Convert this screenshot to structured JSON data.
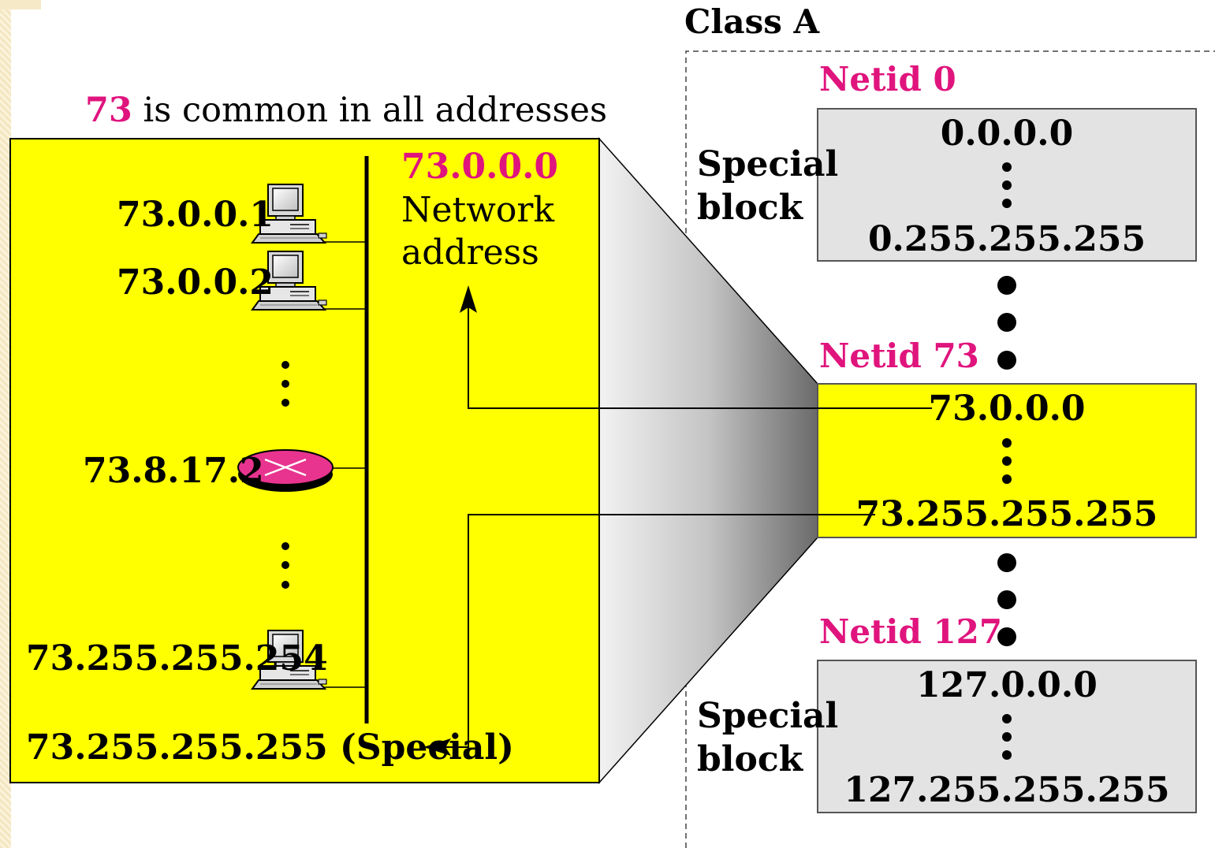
{
  "class_title": "Class A",
  "caption": {
    "highlight": "73",
    "rest": " is common in all addresses"
  },
  "network": {
    "network_address": "73.0.0.0",
    "network_label_line1": "Network",
    "network_label_line2": "address",
    "hosts": [
      {
        "address": "73.0.0.1",
        "icon": "computer-icon"
      },
      {
        "address": "73.0.0.2",
        "icon": "computer-icon"
      },
      {
        "address": "73.8.17.2",
        "icon": "router-icon"
      },
      {
        "address": "73.255.255.254",
        "icon": "computer-icon"
      }
    ],
    "broadcast": "73.255.255.255 (Special)"
  },
  "blocks": [
    {
      "netid": "Netid 0",
      "side_line1": "Special",
      "side_line2": "block",
      "start": "0.0.0.0",
      "end": "0.255.255.255",
      "fill": "#e3e3e3"
    },
    {
      "netid": "Netid 73",
      "start": "73.0.0.0",
      "end": "73.255.255.255",
      "fill": "#ffff00"
    },
    {
      "netid": "Netid 127",
      "side_line1": "Special",
      "side_line2": "block",
      "start": "127.0.0.0",
      "end": "127.255.255.255",
      "fill": "#e3e3e3"
    }
  ],
  "colors": {
    "accent": "#e0147d",
    "network_fill": "#ffff00",
    "special_fill": "#e3e3e3"
  }
}
